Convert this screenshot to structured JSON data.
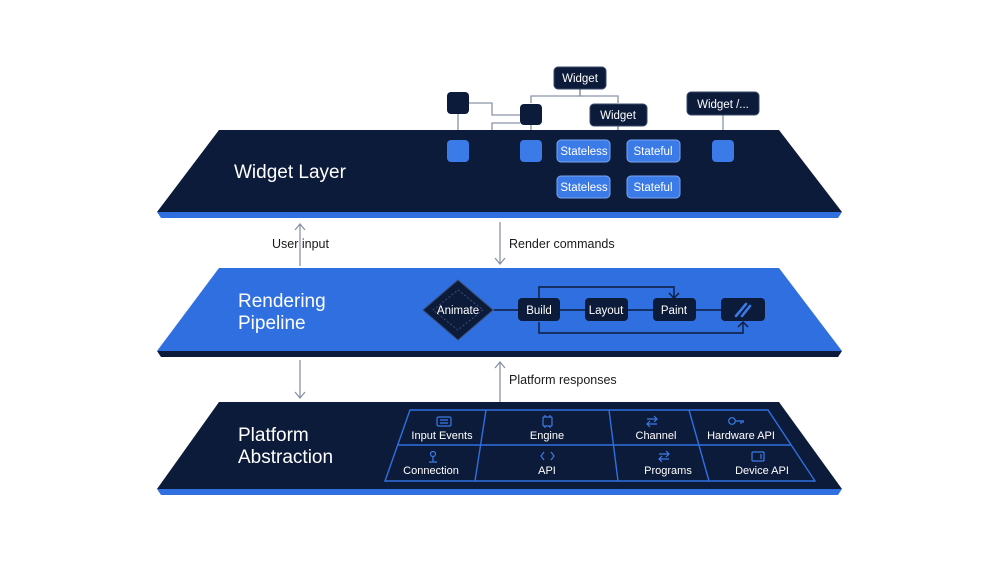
{
  "colors": {
    "dark": "#0d1b3a",
    "blue": "#2f6fe0",
    "node_blue": "#3b7be8",
    "accent_edge": "#2f6fe0",
    "connector": "#8a93a6",
    "text_light": "#ffffff",
    "text_dark": "#1a1a1a"
  },
  "layers": {
    "widget": {
      "title_line1": "Widget Layer"
    },
    "rendering": {
      "title_line1": "Rendering",
      "title_line2": "Pipeline"
    },
    "platform": {
      "title_line1": "Platform",
      "title_line2": "Abstraction"
    }
  },
  "widget_tree": {
    "root": "Widget",
    "child": "Widget",
    "right": "Widget /...",
    "stateless_1": "Stateless",
    "stateless_2": "Stateless",
    "stateful_1": "Stateful",
    "stateful_2": "Stateful"
  },
  "flows": {
    "user_input": "User input",
    "render_commands": "Render commands",
    "platform_responses": "Platform responses"
  },
  "pipeline": {
    "animate": "Animate",
    "build": "Build",
    "layout": "Layout",
    "paint": "Paint",
    "composite_icon": "slash-composite-icon"
  },
  "platform_grid": {
    "top": [
      {
        "label": "Input Events",
        "icon": "keyboard-icon"
      },
      {
        "label": "Engine",
        "icon": "chip-icon"
      },
      {
        "label": "Channel",
        "icon": "swap-arrows-icon"
      },
      {
        "label": "Hardware API",
        "icon": "key-icon"
      }
    ],
    "bottom": [
      {
        "label": "Connection",
        "icon": "touch-icon"
      },
      {
        "label": "API",
        "icon": "code-brackets-icon"
      },
      {
        "label": "Programs",
        "icon": "exchange-icon"
      },
      {
        "label": "Device API",
        "icon": "device-icon"
      }
    ]
  }
}
